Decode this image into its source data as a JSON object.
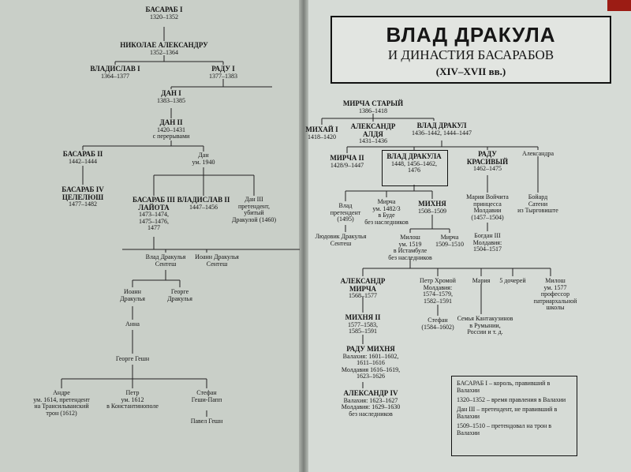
{
  "title": {
    "main": "ВЛАД ДРАКУЛА",
    "sub": "И ДИНАСТИЯ БАСАРАБОВ",
    "period": "(XIV–XVII вв.)"
  },
  "left_tree": [
    {
      "id": "basarab1",
      "name": "БАСАРАБ I",
      "info": "1320–1352"
    },
    {
      "id": "nikolae",
      "name": "НИКОЛАЕ АЛЕКСАНДРУ",
      "info": "1352–1364"
    },
    {
      "id": "vladislav1",
      "name": "ВЛАДИСЛАВ I",
      "info": "1364–1377"
    },
    {
      "id": "radu1",
      "name": "РАДУ I",
      "info": "1377–1383"
    },
    {
      "id": "dan1",
      "name": "ДАН I",
      "info": "1383–1385"
    },
    {
      "id": "dan2",
      "name": "ДАН II",
      "info": "1420–1431\nс перерывами"
    },
    {
      "id": "basarab2",
      "name": "БАСАРАБ II",
      "info": "1442–1444"
    },
    {
      "id": "dan",
      "name": "Дан",
      "info": "ум. 1940"
    },
    {
      "id": "basarab4",
      "name": "БАСАРАБ IV\nЦЕЛЕЛЮШ",
      "info": "1477–1482"
    },
    {
      "id": "basarab3",
      "name": "БАСАРАБ III\nЛАЙОТА",
      "info": "1473–1474,\n1475–1476,\n1477"
    },
    {
      "id": "vladislav2",
      "name": "ВЛАДИСЛАВ II",
      "info": "1447–1456"
    },
    {
      "id": "dan3",
      "name": "Дан III",
      "info": "претендент,\nубитый\nДракулой (1460)"
    },
    {
      "id": "vlad_senteš",
      "name": "Влад Дракулья\nСентеш",
      "info": ""
    },
    {
      "id": "ioan_senteš",
      "name": "Иоанн Дракулья\nСентеш",
      "info": ""
    },
    {
      "id": "ioan_drak",
      "name": "Иоанн\nДракулья",
      "info": ""
    },
    {
      "id": "george_drak",
      "name": "Георге\nДракулья",
      "info": ""
    },
    {
      "id": "ana",
      "name": "Анна",
      "info": ""
    },
    {
      "id": "george_geshi",
      "name": "Георге Гешн",
      "info": ""
    },
    {
      "id": "andre",
      "name": "Андре",
      "info": "ум. 1614, претендент\nна Трансильванский\nтрон (1612)"
    },
    {
      "id": "petr",
      "name": "Петр",
      "info": "ум. 1612\nв Константинополе"
    },
    {
      "id": "stefan",
      "name": "Стефан\nГеши-Папп",
      "info": ""
    },
    {
      "id": "pavel",
      "name": "Павел Гешн",
      "info": ""
    }
  ],
  "right_tree": [
    {
      "id": "mircha",
      "name": "МИРЧА СТАРЫЙ",
      "info": "1386–1418"
    },
    {
      "id": "mihail1",
      "name": "МИХАЙ I",
      "info": "1418–1420"
    },
    {
      "id": "aleksandr_aldya",
      "name": "АЛЕКСАНДР\nАЛДЯ",
      "info": "1431–1436"
    },
    {
      "id": "vlad_drakul",
      "name": "ВЛАД ДРАКУЛ",
      "info": "1436–1442, 1444–1447"
    },
    {
      "id": "mircha2",
      "name": "МИРЧА II",
      "info": "1428/9–1447"
    },
    {
      "id": "vlad_drakula",
      "name": "ВЛАД ДРАКУЛА",
      "info": "1448, 1456–1462,\n1476"
    },
    {
      "id": "radu_kras",
      "name": "РАДУ\nКРАСИВЫЙ",
      "info": "1462–1475"
    },
    {
      "id": "aleksandra",
      "name": "Александра",
      "info": ""
    },
    {
      "id": "vlad_pret",
      "name": "Влад",
      "info": "претендент\n(1495)"
    },
    {
      "id": "mircha_b",
      "name": "Мирча",
      "info": "ум. 1482/3\nв Буде\nбез наследников"
    },
    {
      "id": "mihnya",
      "name": "МИХНЯ",
      "info": "1508–1509"
    },
    {
      "id": "maria_v",
      "name": "Мария Войчита",
      "info": "принцесса\nМолдавии\n(1457–1504)"
    },
    {
      "id": "boyar",
      "name": "Бойард\nСатени",
      "info": "из Тырговиште"
    },
    {
      "id": "ladislav",
      "name": "Людовик Дракулья\nСентеш",
      "info": ""
    },
    {
      "id": "milosh1",
      "name": "Милош",
      "info": "ум. 1519\nв Истамбуле\nбез наследников"
    },
    {
      "id": "mircha_m",
      "name": "Мирча",
      "info": "1509–1510"
    },
    {
      "id": "bogdan",
      "name": "Богдан III",
      "info": "Молдавия:\n1504–1517"
    },
    {
      "id": "aleks_mircha",
      "name": "АЛЕКСАНДР\nМИРЧА",
      "info": "1568–1577"
    },
    {
      "id": "petr_hr",
      "name": "Петр Хромой",
      "info": "Молдавия:\n1574–1579,\n1582–1591"
    },
    {
      "id": "maria",
      "name": "Мария",
      "info": ""
    },
    {
      "id": "five",
      "name": "5 дочерей",
      "info": ""
    },
    {
      "id": "milosh2",
      "name": "Милош",
      "info": "ум. 1577\nпрофессор\nпатриархальной\nшколы"
    },
    {
      "id": "mihnya2",
      "name": "МИХНЯ II",
      "info": "1577–1583,\n1585–1591"
    },
    {
      "id": "stefan_r",
      "name": "Стефан",
      "info": "(1584–1602)"
    },
    {
      "id": "kantakuz",
      "name": "Семья Кантакузинов",
      "info": "в Румынии,\nРоссии и т. д."
    },
    {
      "id": "radu_mihnya",
      "name": "РАДУ МИХНЯ",
      "info": "Валахия: 1601–1602,\n1611–1616\nМолдавия 1616–1619,\n1623–1626"
    },
    {
      "id": "aleks4",
      "name": "АЛЕКСАНДР IV",
      "info": "Валахия: 1623–1627\nМолдавия: 1629–1630\nбез наследников"
    }
  ],
  "legend": [
    "БАСАРАБ I – король, правивший в Валахии",
    "1320–1352 – время правления в Валахии",
    "Дан III – претендент, не правивший в Валахии",
    "1509–1510 – претендовал на трон в Валахии"
  ]
}
